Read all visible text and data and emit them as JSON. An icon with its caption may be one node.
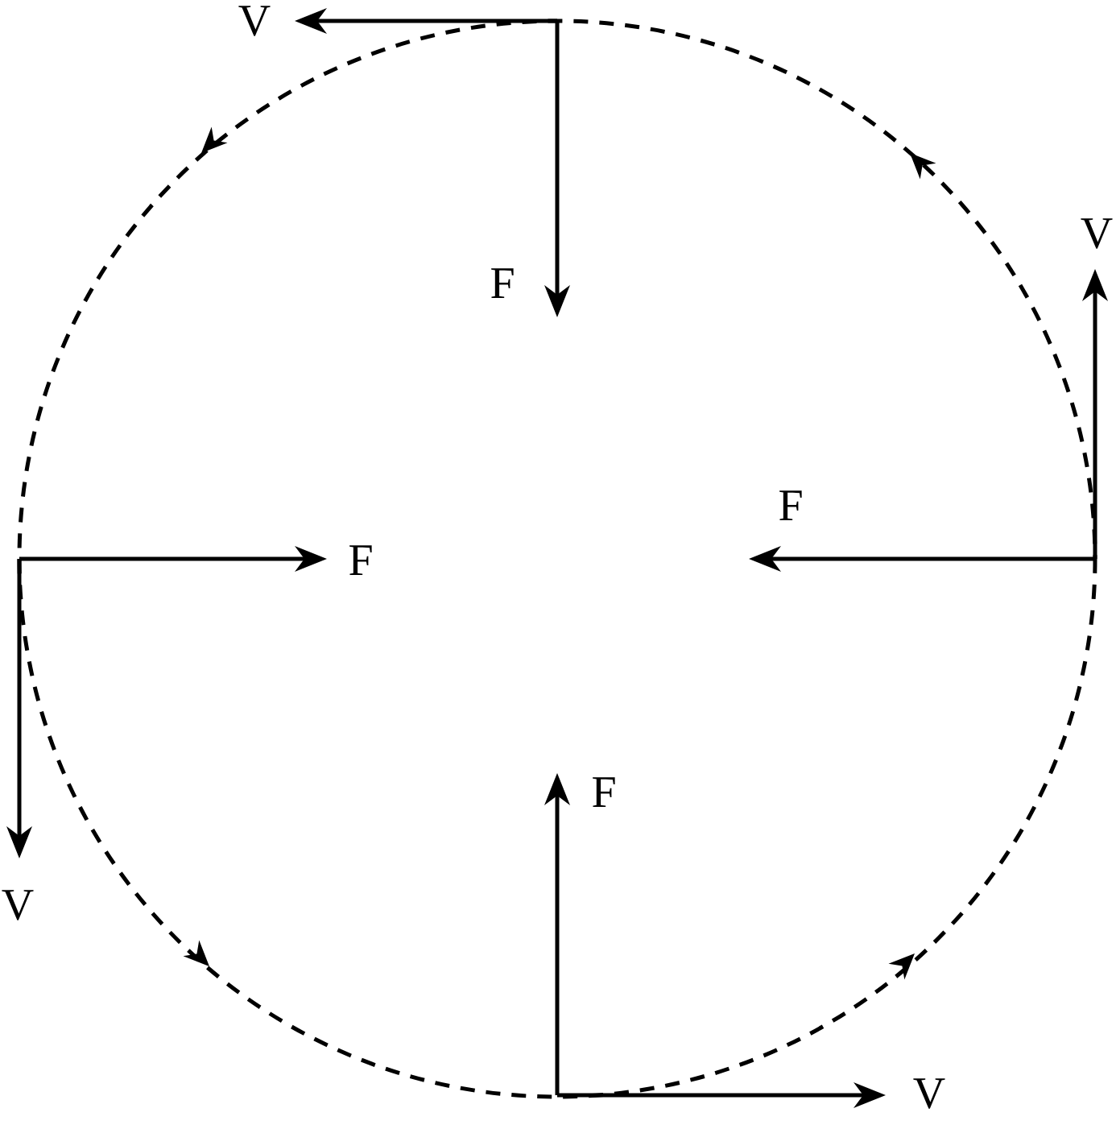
{
  "diagram": {
    "labels": [
      "V",
      "V",
      "F",
      "F",
      "F",
      "F",
      "V",
      "V"
    ]
  }
}
